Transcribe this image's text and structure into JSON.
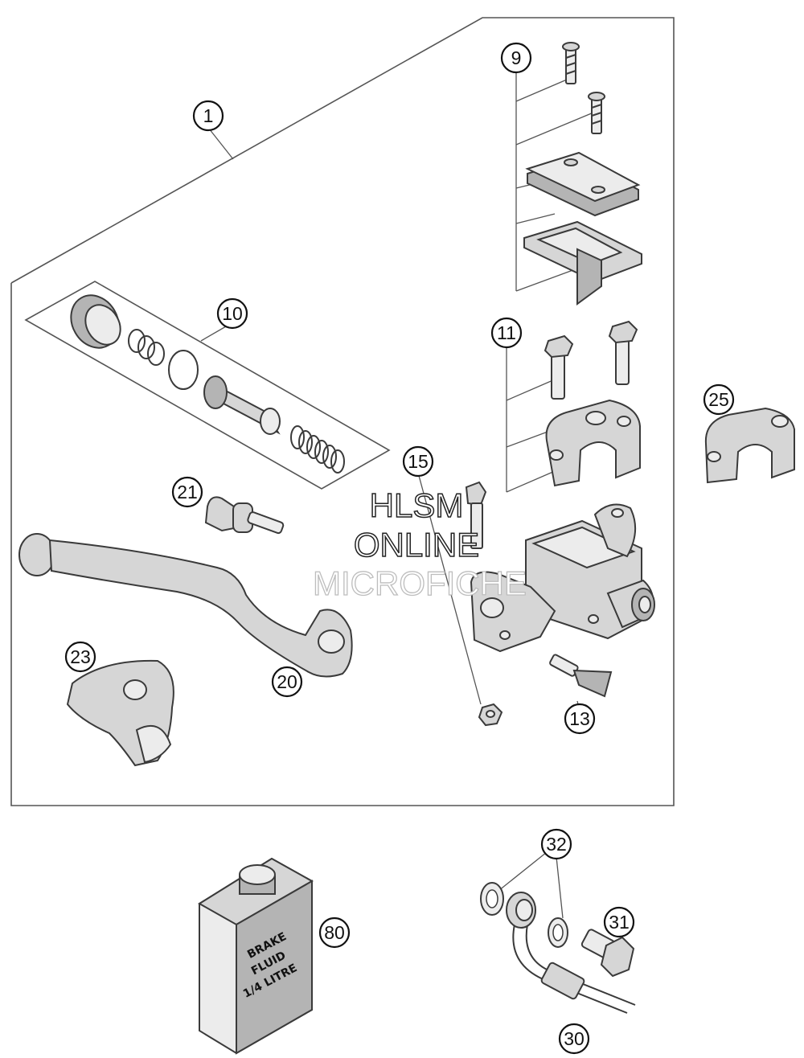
{
  "callouts": {
    "c1": "1",
    "c9": "9",
    "c10": "10",
    "c11": "11",
    "c13": "13",
    "c15": "15",
    "c20": "20",
    "c21": "21",
    "c23": "23",
    "c25": "25",
    "c30": "30",
    "c31": "31",
    "c32": "32",
    "c80": "80"
  },
  "can_label": [
    "BRAKE",
    "FLUID",
    "1/4 LITRE"
  ],
  "watermark": [
    "HLSM",
    "ONLINE",
    "MICROFICHE"
  ]
}
